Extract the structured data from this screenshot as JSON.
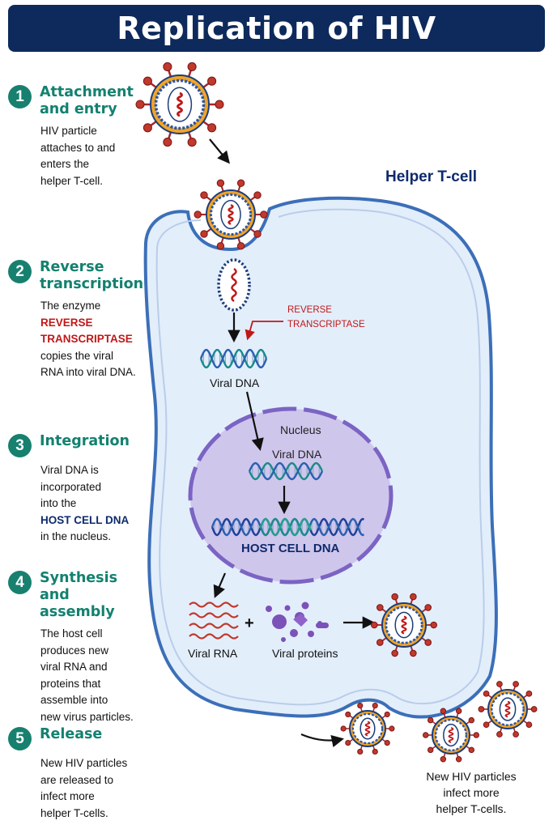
{
  "title": "Replication of HIV",
  "cell_label": "Helper T-cell",
  "steps": [
    {
      "number": "1",
      "title_lines": [
        "Attachment",
        "and entry"
      ],
      "body_lines": [
        "HIV particle",
        "attaches to and",
        "enters the",
        "helper T-cell."
      ]
    },
    {
      "number": "2",
      "title_lines": [
        "Reverse",
        "transcription"
      ],
      "body_lines": [
        "The enzyme",
        "REVERSE",
        "TRANSCRIPTASE",
        "copies the viral",
        "RNA into viral DNA."
      ]
    },
    {
      "number": "3",
      "title_lines": [
        "Integration"
      ],
      "body_lines": [
        "Viral DNA is",
        "incorporated",
        "into the",
        "HOST CELL DNA",
        "in the nucleus."
      ]
    },
    {
      "number": "4",
      "title_lines": [
        "Synthesis and",
        "assembly"
      ],
      "body_lines": [
        "The host cell",
        "produces new",
        "viral RNA and",
        "proteins that",
        "assemble into",
        "new virus particles."
      ]
    },
    {
      "number": "5",
      "title_lines": [
        "Release"
      ],
      "body_lines": [
        "New HIV particles",
        "are released to",
        "infect more",
        "helper T-cells."
      ]
    }
  ],
  "diagram_labels": {
    "enzyme_line1": "REVERSE",
    "enzyme_line2": "TRANSCRIPTASE",
    "viral_dna": "Viral DNA",
    "nucleus": "Nucleus",
    "nucleus_viral_dna": "Viral DNA",
    "host_cell_dna": "HOST CELL DNA",
    "viral_rna": "Viral RNA",
    "plus": "+",
    "viral_proteins": "Viral proteins",
    "infect_line1": "New HIV particles",
    "infect_line2": "infect more",
    "infect_line3": "helper T-cells."
  },
  "colors": {
    "banner": "#0e2a5c",
    "step_accent": "#13816f",
    "emphasis_red": "#c01818",
    "emphasis_navy": "#0e2a6c",
    "cell_fill": "#e3eefb",
    "cell_stroke": "#3c6fb8",
    "nucleus_fill": "#cfc6ec",
    "nucleus_stroke": "#7b64c4"
  }
}
